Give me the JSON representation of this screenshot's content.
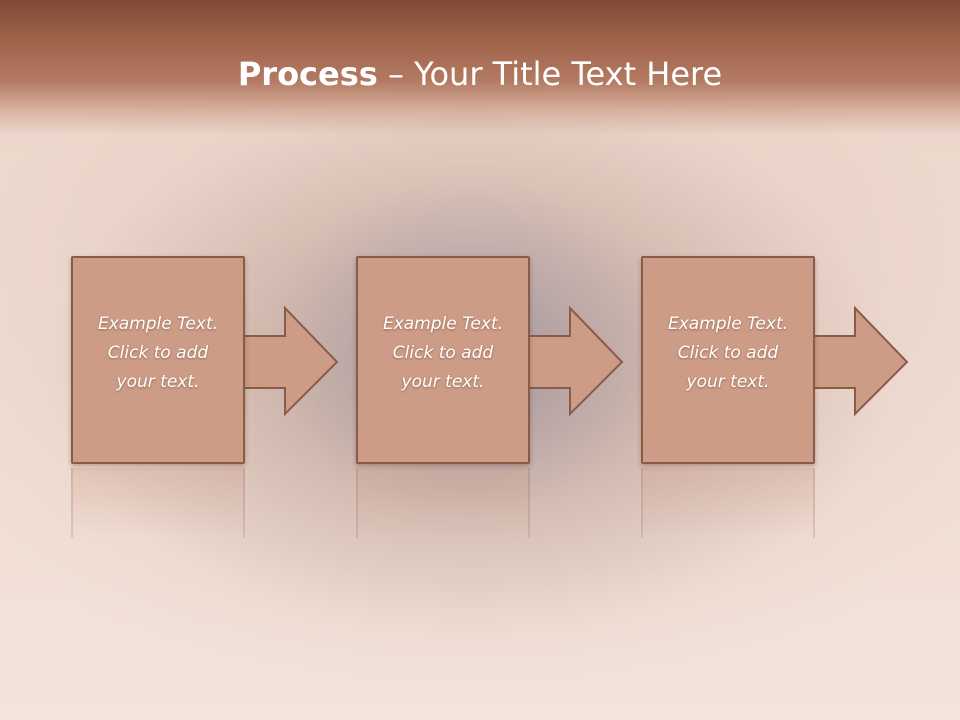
{
  "slide": {
    "title_strong": "Process",
    "title_separator": " – ",
    "title_rest": "Your Title Text Here"
  },
  "steps": [
    {
      "line1": "Example Text.",
      "line2": "Click  to add",
      "line3": "your text."
    },
    {
      "line1": "Example Text.",
      "line2": "Click  to add",
      "line3": "your text."
    },
    {
      "line1": "Example Text.",
      "line2": "Click  to add",
      "line3": "your text."
    }
  ],
  "colors": {
    "header": "#a0634a",
    "box_fill": "#cd9c86",
    "box_border": "#8a5b49",
    "text": "#ffffff"
  },
  "icons": {
    "connector": "right-arrow-icon"
  }
}
